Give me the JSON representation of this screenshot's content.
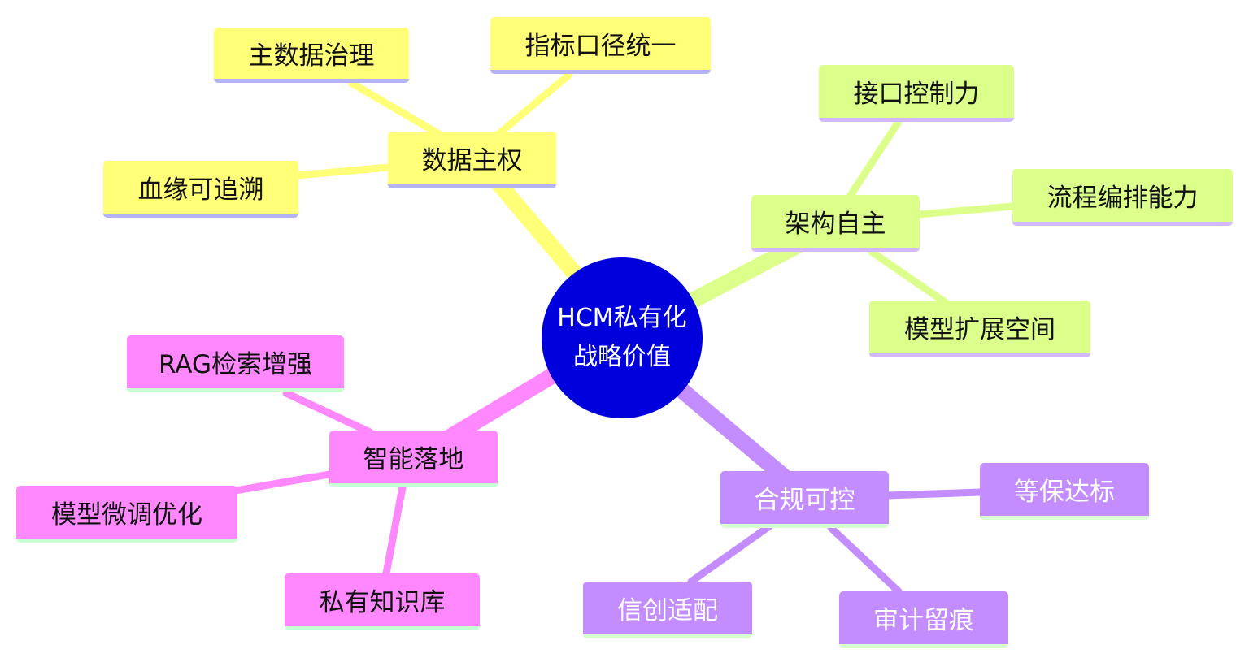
{
  "root": {
    "line1": "HCM私有化",
    "line2": "战略价值"
  },
  "branches": {
    "data_sovereignty": {
      "label": "数据主权",
      "children": [
        "主数据治理",
        "指标口径统一",
        "血缘可追溯"
      ]
    },
    "architecture": {
      "label": "架构自主",
      "children": [
        "接口控制力",
        "流程编排能力",
        "模型扩展空间"
      ]
    },
    "compliance": {
      "label": "合规可控",
      "children": [
        "等保达标",
        "信创适配",
        "审计留痕"
      ]
    },
    "intelligence": {
      "label": "智能落地",
      "children": [
        "RAG检索增强",
        "模型微调优化",
        "私有知识库"
      ]
    }
  },
  "colors": {
    "root": "#0000dd",
    "yellow": "#ffff78",
    "green": "#dcff8c",
    "violet": "#c38cff",
    "pink": "#ff88ff"
  }
}
